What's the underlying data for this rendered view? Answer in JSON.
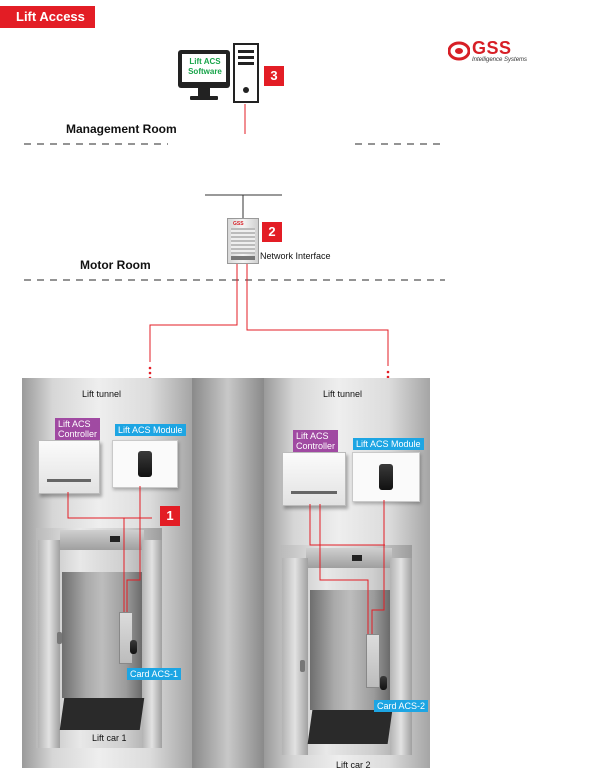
{
  "header": {
    "title": "Lift Access"
  },
  "logo": {
    "wordmark": "GSS",
    "tagline": "Intelligence Systems"
  },
  "management_room": {
    "label": "Management Room",
    "software_line1": "Lift ACS",
    "software_line2": "Software",
    "step": "3"
  },
  "motor_room": {
    "label": "Motor Room",
    "interface_label": "Network Interface",
    "step": "2"
  },
  "car1": {
    "tunnel_label": "Lift tunnel",
    "controller_line1": "Lift ACS",
    "controller_line2": "Controller",
    "module_label": "Lift ACS Module",
    "step": "1",
    "card_label": "Card ACS-1",
    "car_label": "Lift car 1"
  },
  "car2": {
    "tunnel_label": "Lift tunnel",
    "controller_line1": "Lift ACS",
    "controller_line2": "Controller",
    "module_label": "Lift ACS Module",
    "card_label": "Card ACS-2",
    "car_label": "Lift car 2"
  },
  "colors": {
    "accent_red": "#e31d25",
    "module_blue": "#1da5e3",
    "controller_purple": "#a04aa2"
  }
}
